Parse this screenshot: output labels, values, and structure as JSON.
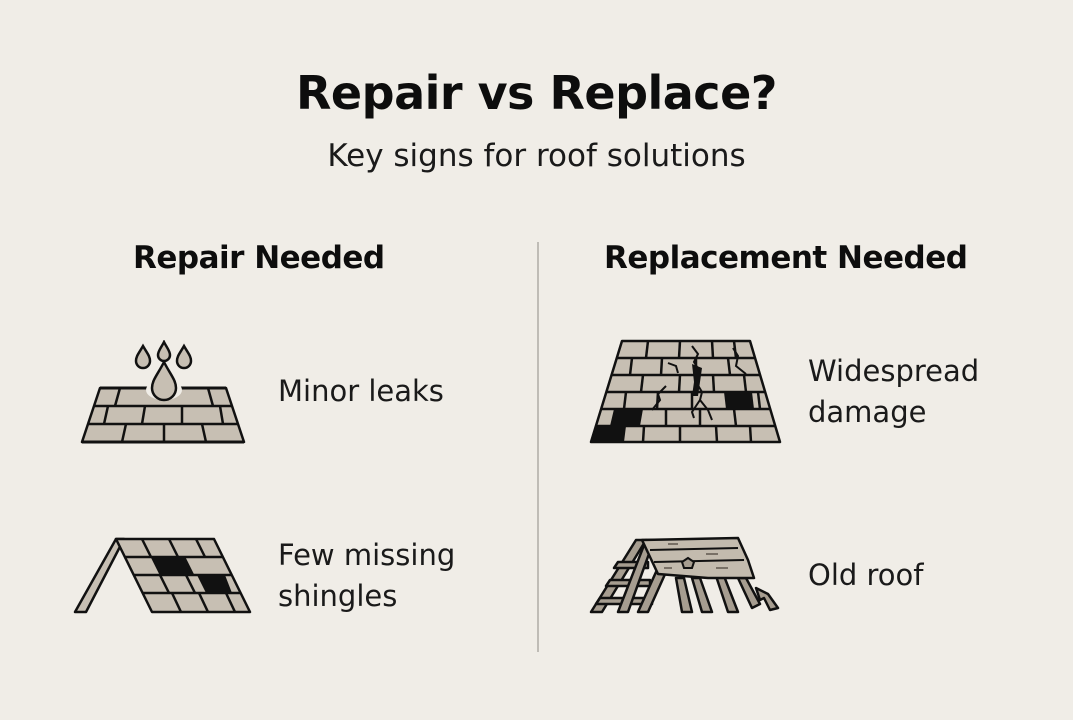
{
  "header": {
    "title": "Repair vs Replace?",
    "subtitle": "Key signs for roof solutions"
  },
  "columns": [
    {
      "heading": "Repair Needed",
      "items": [
        {
          "label": "Minor leaks",
          "icon": "leaking-roof-icon"
        },
        {
          "label_line1": "Few missing",
          "label_line2": "shingles",
          "icon": "missing-shingles-icon"
        }
      ]
    },
    {
      "heading": "Replacement Needed",
      "items": [
        {
          "label_line1": "Widespread",
          "label_line2": "damage",
          "icon": "cracked-roof-icon"
        },
        {
          "label": "Old roof",
          "icon": "old-roof-icon"
        }
      ]
    }
  ],
  "colors": {
    "background": "#f0ede7",
    "shingle": "#c7bfb3",
    "outline": "#111111",
    "old_wood": "#a69d90",
    "divider": "#bfbcb6"
  }
}
